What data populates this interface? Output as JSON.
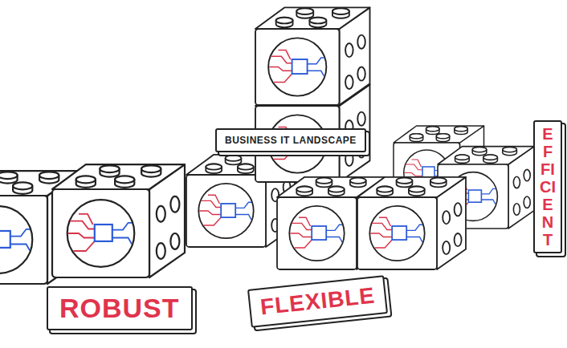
{
  "diagram": {
    "nodes": [
      {
        "text": [
          "BUSINESS IT LANDSCAPE"
        ]
      },
      {
        "text": [
          "EFFICIENT"
        ]
      },
      {
        "text": [
          "ROBUST"
        ]
      },
      {
        "text": [
          "FLEXIBLE"
        ]
      }
    ]
  }
}
